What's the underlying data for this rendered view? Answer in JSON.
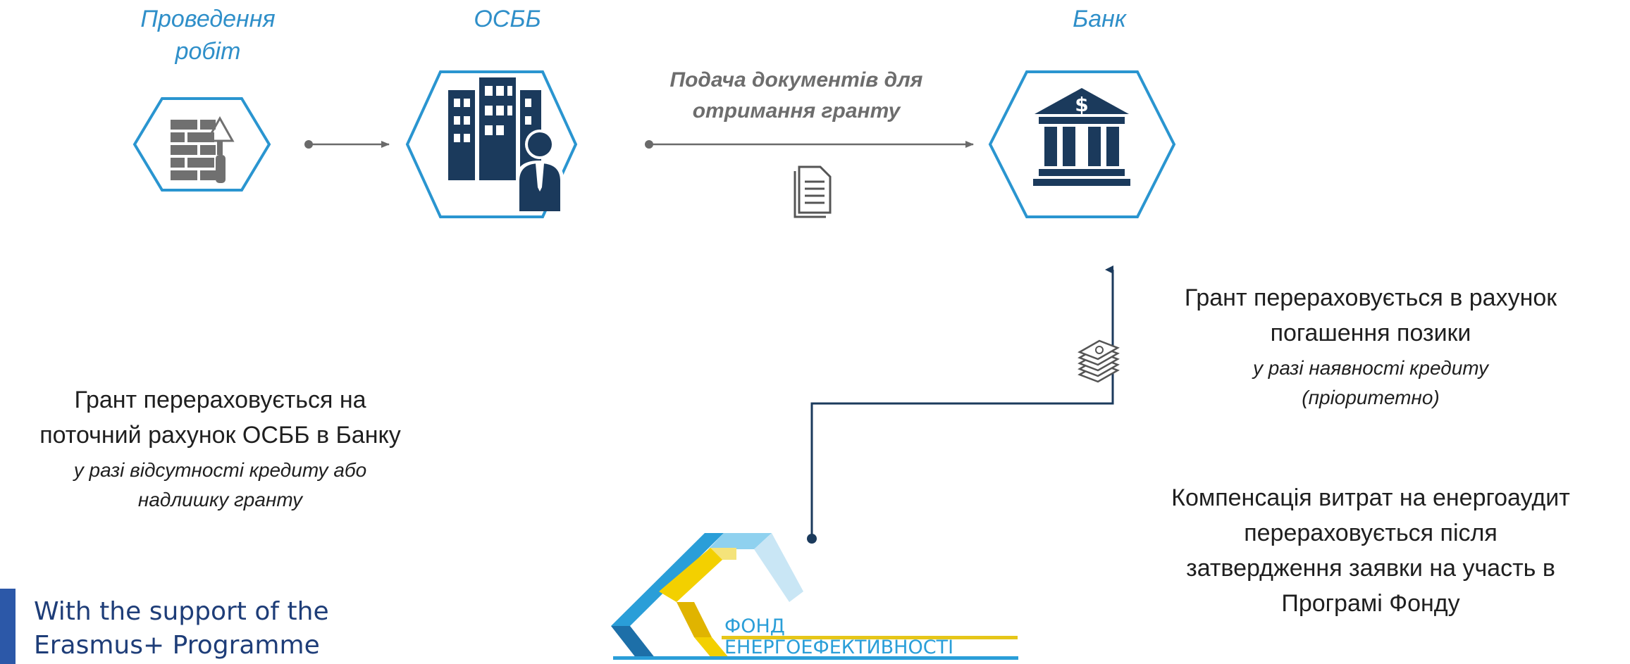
{
  "stages": {
    "works": {
      "title": "Проведення робіт",
      "icon": "brick-wall-trowel-icon"
    },
    "osbb": {
      "title": "ОСББ",
      "icon": "buildings-with-person-icon"
    },
    "bank": {
      "title": "Банк",
      "icon": "bank-dollar-icon"
    }
  },
  "arrows": {
    "osbb_to_bank_label_line1": "Подача документів для",
    "osbb_to_bank_label_line2": "отримання гранту",
    "document_icon": "document-icon",
    "money_icon": "money-stack-icon"
  },
  "right_notes": {
    "grant_line1": "Грант перераховується в рахунок",
    "grant_line2": "погашення позики",
    "grant_sub_line1": "у разі наявності кредиту",
    "grant_sub_line2": "(пріоритетно)",
    "comp_line1": "Компенсація витрат на енергоаудит",
    "comp_line2": "перераховується після",
    "comp_line3": "затвердження заявки на участь в",
    "comp_line4": "Програмі Фонду"
  },
  "left_notes": {
    "grant_line1": "Грант перераховується на",
    "grant_line2": "поточний рахунок ОСББ в Банку",
    "sub_line1": "у разі відсутності кредиту або",
    "sub_line2": "надлишку гранту"
  },
  "footer": {
    "erasmus_line1": "With the support of the",
    "erasmus_line2": "Erasmus+ Programme",
    "fund_logo_line1": "ФОНД",
    "fund_logo_line2": "ЕНЕРГОЕФЕКТИВНОСТІ"
  },
  "colors": {
    "accent_blue": "#2f8fc9",
    "hexagon_stroke": "#2a95d0",
    "icon_navy": "#1b3a5c",
    "icon_grey": "#666666",
    "logo_blue": "#2a9ed8",
    "logo_yellow": "#f3d000"
  }
}
